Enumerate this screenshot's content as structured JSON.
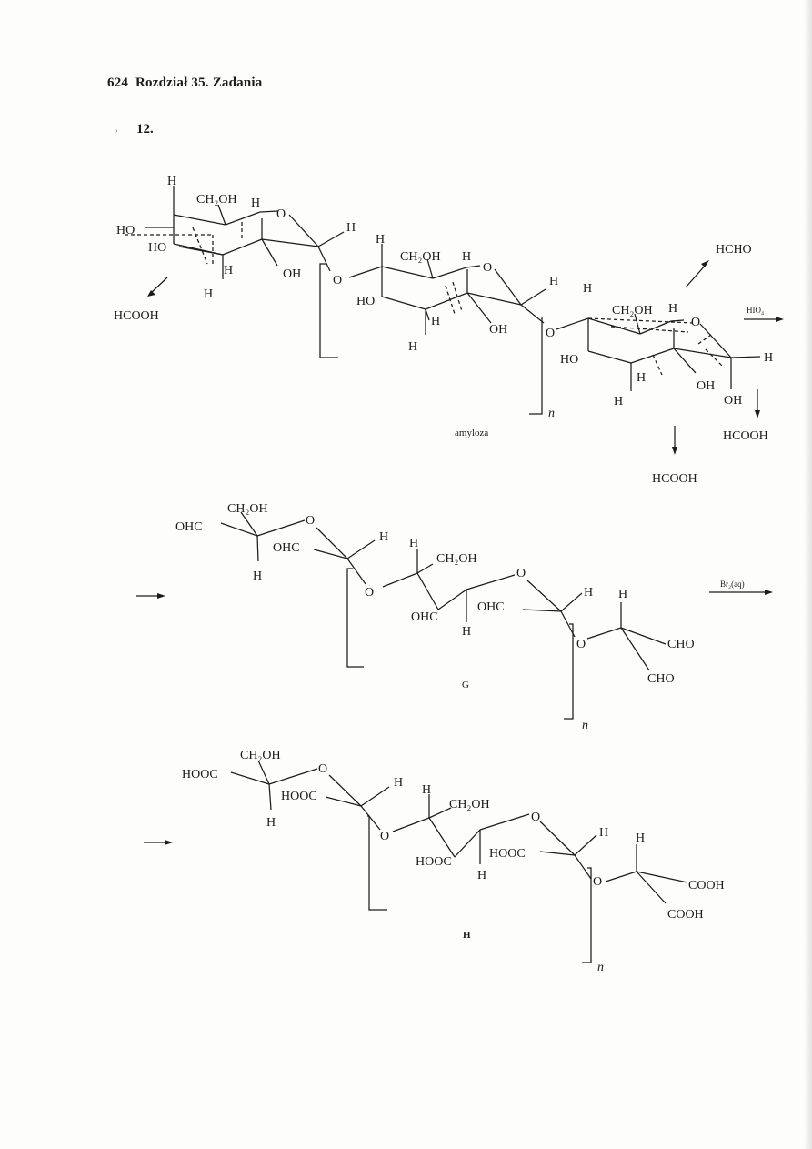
{
  "header": {
    "page_number": "624",
    "chapter": "Rozdział 35. Zadania"
  },
  "problem_number": "12.",
  "scheme": {
    "reagent_1": "HIO₄",
    "reagent_2": "Br₂(aq)",
    "products_oxidation": [
      "HCHO",
      "HCOOH",
      "HCOOH",
      "HCOOH"
    ],
    "compound_labels": [
      "amyloza",
      "G",
      "H"
    ],
    "repeat_index": "n",
    "atoms": {
      "H": "H",
      "O": "O",
      "OH": "OH",
      "HO": "HO",
      "CH2OH": "CH₂OH",
      "OHC": "OHC",
      "CHO": "CHO",
      "HOOC": "HOOC",
      "COOH": "COOH"
    }
  }
}
